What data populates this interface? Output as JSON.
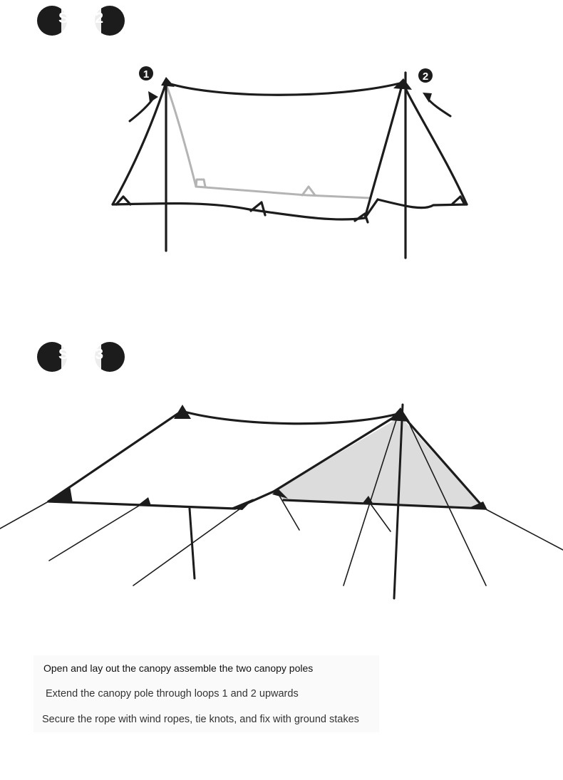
{
  "steps": [
    {
      "badge_label": "Step 2",
      "callouts": [
        "1",
        "2"
      ]
    },
    {
      "badge_label": "Step 3"
    }
  ],
  "instructions": [
    "Open and lay out the canopy assemble the two canopy poles",
    "Extend the canopy pole through loops 1 and 2 upwards",
    "Secure the rope with wind ropes, tie knots, and fix with ground stakes"
  ],
  "colors": {
    "ink": "#1c1c1c",
    "ghost": "#b4b4b4",
    "fill": "#dcdcdc"
  }
}
